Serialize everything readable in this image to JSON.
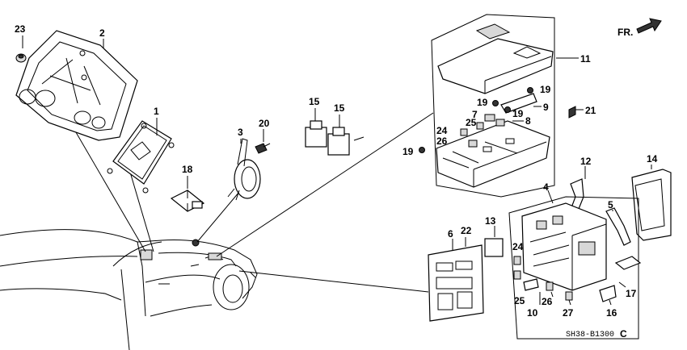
{
  "diagram": {
    "direction_label": "FR.",
    "drawing_code": "SH38-B1300",
    "revision_mark": "C",
    "callouts": {
      "c1": "1",
      "c2": "2",
      "c3": "3",
      "c4": "4",
      "c5": "5",
      "c6": "6",
      "c7": "7",
      "c8": "8",
      "c9": "9",
      "c10": "10",
      "c11": "11",
      "c12": "12",
      "c13": "13",
      "c14": "14",
      "c15a": "15",
      "c15b": "15",
      "c16": "16",
      "c17": "17",
      "c18": "18",
      "c19a": "19",
      "c19b": "19",
      "c19c": "19",
      "c19d": "19",
      "c20": "20",
      "c21": "21",
      "c22": "22",
      "c23": "23",
      "c24a": "24",
      "c24b": "24",
      "c25a": "25",
      "c25b": "25",
      "c26a": "26",
      "c26b": "26",
      "c27": "27"
    }
  }
}
